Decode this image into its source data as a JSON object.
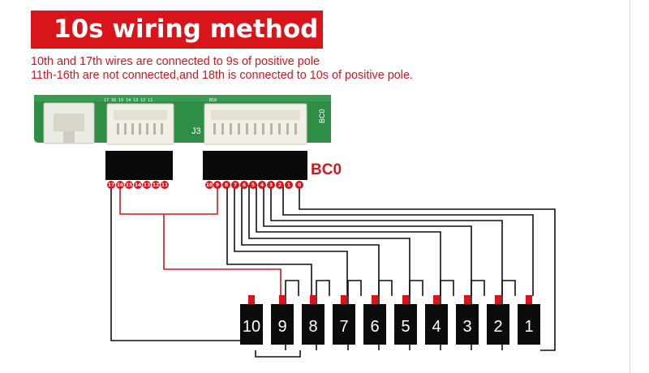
{
  "title": "10s wiring method",
  "note_line1": "10th and 17th wires are connected to 9s of positive pole",
  "note_line2": "11th-16th are not connected,and 18th is connected to 10s of positive pole.",
  "board": {
    "connector_label": "J3",
    "side_label": "BC0",
    "silk_left": "17  16  15  14  13  12  11",
    "silk_right": "B10"
  },
  "bc0_label": "BC0",
  "left_pins": [
    "17",
    "16",
    "15",
    "14",
    "13",
    "12",
    "11"
  ],
  "right_pins": [
    "10",
    "9",
    "8",
    "7",
    "6",
    "5",
    "4",
    "3",
    "2",
    "1",
    "0"
  ],
  "cells": [
    "10",
    "9",
    "8",
    "7",
    "6",
    "5",
    "4",
    "3",
    "2",
    "1"
  ],
  "colors": {
    "accent": "#d9141b",
    "board": "#2f8e46",
    "connector": "#f1efe6",
    "wire_black": "#111111",
    "wire_red": "#d9141b"
  }
}
